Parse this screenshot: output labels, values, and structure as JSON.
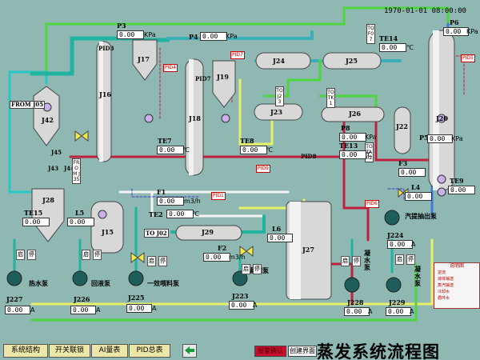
{
  "clock": "1970-01-01 08:00:00",
  "title": "蒸发系统流程图",
  "nav": [
    "系统结构",
    "开关联锁",
    "AI量表",
    "PID总表"
  ],
  "alarm_buttons": [
    "报警确认",
    "创建界面"
  ],
  "legend": {
    "title": "说明图",
    "items": [
      "逆流",
      "液体输送",
      "蒸汽输送",
      "冷却水",
      "循环水"
    ]
  },
  "equipment": {
    "J16": "J16",
    "J17": "J17",
    "J18": "J18",
    "J19": "J19",
    "J20": "J20",
    "J22": "J22",
    "J23": "J23",
    "J24": "J24",
    "J25": "J25",
    "J26": "J26",
    "J27": "J27",
    "J28": "J28",
    "J29": "J29",
    "J15": "J15",
    "J42": "J42",
    "J45": "J45",
    "J44": "J44",
    "J43": "J43",
    "PID3": "PID3",
    "PID5": "PID5",
    "PID6": "PID6",
    "PID8": "PID8",
    "PID9": "PID9"
  },
  "readouts": {
    "P3": {
      "label": "P3",
      "value": "0.00",
      "unit": "KPa"
    },
    "P4": {
      "label": "P4",
      "value": "0.00",
      "unit": "KPa"
    },
    "P5": {
      "label": "P5",
      "value": "0.00",
      "unit": "KPa"
    },
    "P6": {
      "label": "P6",
      "value": "0.00",
      "unit": "KPa"
    },
    "P7": {
      "label": "P5",
      "value": "0.00",
      "unit": "KPa"
    },
    "P8": {
      "label": "P8",
      "value": "0.00",
      "unit": "KPa"
    },
    "TE14": {
      "label": "TE14",
      "value": "0.00",
      "unit": "℃"
    },
    "TE13": {
      "label": "TE13",
      "value": "0.00",
      "unit": "℃"
    },
    "TE7": {
      "label": "TE7",
      "value": "0.00",
      "unit": "℃"
    },
    "TE8": {
      "label": "TE8",
      "value": "0.00",
      "unit": "℃"
    },
    "TE9": {
      "label": "TE9",
      "value": "0.00",
      "unit": "℃"
    },
    "TE2": {
      "label": "TE2",
      "value": "0.00",
      "unit": "℃"
    },
    "TE15": {
      "label": "TE15",
      "value": "0.00",
      "unit": ""
    },
    "F1": {
      "label": "F1",
      "value": "0.00",
      "unit": "m3/h"
    },
    "F2": {
      "label": "F2",
      "value": "0.00",
      "unit": "m3/h"
    },
    "F3": {
      "label": "F3",
      "value": "0.00",
      "unit": ""
    },
    "L4": {
      "label": "L4",
      "value": "0.00",
      "unit": ""
    },
    "L5": {
      "label": "L5",
      "value": "0.00",
      "unit": ""
    },
    "L6": {
      "label": "L6",
      "value": "0.00",
      "unit": ""
    }
  },
  "pumps": {
    "J227": {
      "label": "J227",
      "name": "热水泵",
      "value": "0.00",
      "unit": "A"
    },
    "J226": {
      "label": "J226",
      "name": "回液泵",
      "value": "0.00",
      "unit": "A"
    },
    "J225": {
      "label": "J225",
      "name": "一效喂料泵",
      "value": "0.00",
      "unit": "A"
    },
    "J223": {
      "label": "J223",
      "name": "蒸馏泵",
      "value": "0.00",
      "unit": "A"
    },
    "J228": {
      "label": "J228",
      "name": "凝水泵",
      "value": "0.00",
      "unit": "A"
    },
    "J229": {
      "label": "J229",
      "name": "凝水泵",
      "value": "0.00",
      "unit": "A"
    },
    "J224": {
      "label": "J224",
      "name": "汽提抽出泵",
      "value": "0.00",
      "unit": "A"
    }
  },
  "tags": {
    "FROM_JC5": "FROM J05",
    "TO_J02": "TO J02",
    "TO_F07": "TO F07",
    "TO_TK1": "TO TK1",
    "TO_TA02": "TO TA02",
    "FROM_J35": "FROM J35"
  },
  "ctl": {
    "start": "启",
    "stop": "停"
  },
  "colors": {
    "liquid": "#1fb3a0",
    "steam": "#e8f06a",
    "condensate": "#4ed63e",
    "return": "#c02040",
    "water": "#3d7ad8"
  }
}
